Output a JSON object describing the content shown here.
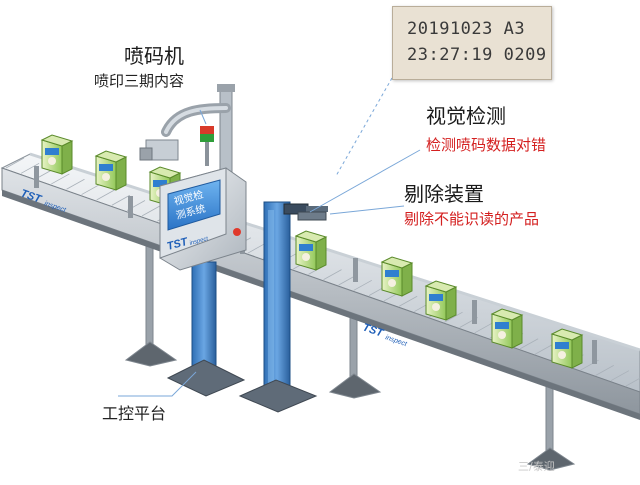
{
  "labels": {
    "printer_title": "喷码机",
    "printer_desc": "喷印三期内容",
    "vision_title": "视觉检测",
    "vision_desc": "检测喷码数据对错",
    "reject_title": "剔除装置",
    "reject_desc": "剔除不能识读的产品",
    "platform": "工控平台"
  },
  "code_sample": {
    "line1": "20191023 A3",
    "line2": "23:27:19 0209"
  },
  "device_screen": {
    "line1": "视觉检",
    "line2": "测系统"
  },
  "brand": {
    "logo": "TST",
    "logo_sub": "inspect"
  },
  "watermark": "三/泰迎"
}
